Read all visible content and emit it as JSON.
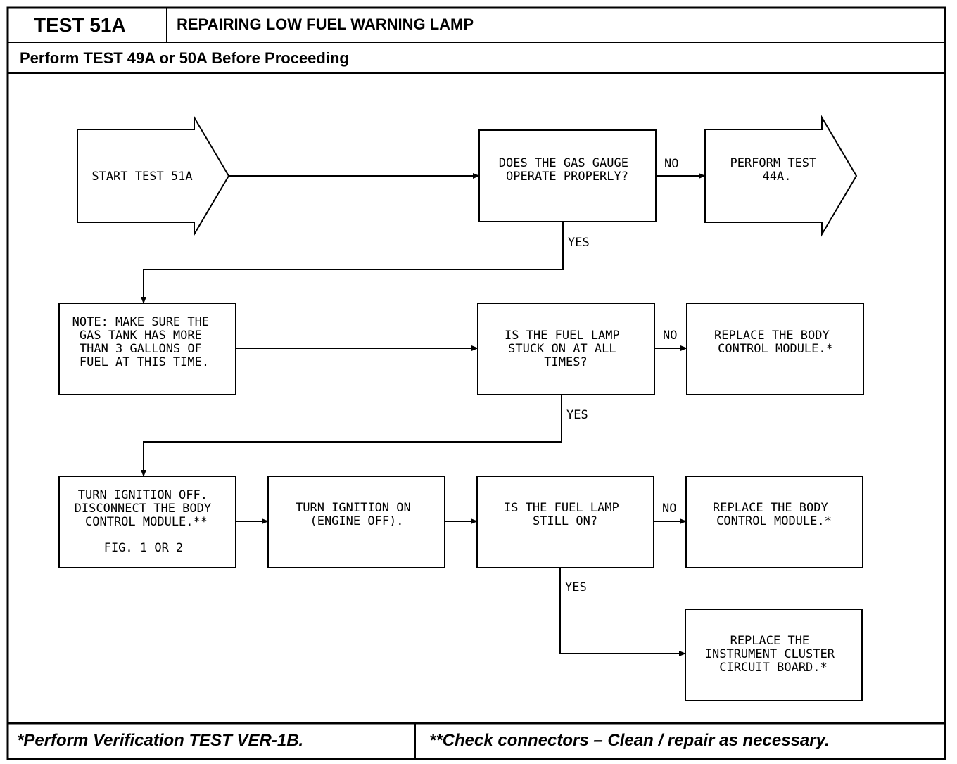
{
  "header": {
    "test_id": "TEST 51A",
    "title": "REPAIRING LOW FUEL WARNING LAMP",
    "prerequisite": "Perform TEST 49A or 50A Before Proceeding"
  },
  "flow": {
    "start": [
      "START TEST 51A"
    ],
    "q_gauge": [
      "DOES THE GAS GAUGE",
      "OPERATE PROPERLY?"
    ],
    "perform_44a": [
      "PERFORM TEST",
      "44A."
    ],
    "note": [
      "NOTE: MAKE SURE THE",
      "GAS TANK HAS MORE",
      "THAN 3 GALLONS OF",
      "FUEL AT THIS TIME."
    ],
    "q_stuck": [
      "IS THE FUEL LAMP",
      "STUCK ON AT ALL",
      "TIMES?"
    ],
    "replace_bcm_1": [
      "REPLACE THE BODY",
      "CONTROL MODULE.*"
    ],
    "ignition_off": [
      "TURN IGNITION OFF.",
      "DISCONNECT THE BODY",
      "CONTROL MODULE.**"
    ],
    "fig_ref": "FIG. 1 OR 2",
    "ignition_on": [
      "TURN IGNITION ON",
      "(ENGINE OFF)."
    ],
    "q_still_on": [
      "IS THE FUEL LAMP",
      "STILL ON?"
    ],
    "replace_bcm_2": [
      "REPLACE THE BODY",
      "CONTROL MODULE.*"
    ],
    "replace_cluster": [
      "REPLACE THE",
      "INSTRUMENT CLUSTER",
      "CIRCUIT BOARD.*"
    ],
    "labels": {
      "no": "NO",
      "yes": "YES"
    }
  },
  "footer": {
    "left": "*Perform Verification TEST VER-1B.",
    "right": "**Check connectors – Clean / repair as necessary."
  }
}
